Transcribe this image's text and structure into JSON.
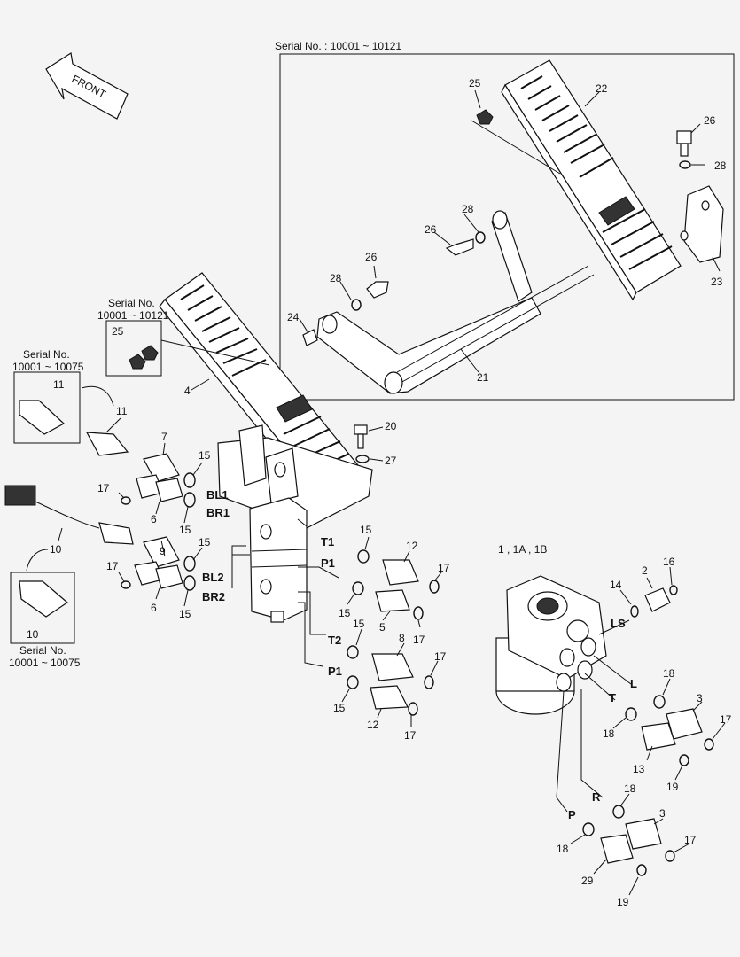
{
  "front_label": "FRONT",
  "inset_serial": "Serial No. : 10001 ~ 10121",
  "serial_box_a": {
    "line1": "Serial No.",
    "line2": "10001 ~ 10121"
  },
  "serial_box_b": {
    "line1": "Serial No.",
    "line2": "10001 ~ 10075"
  },
  "serial_box_c": {
    "line1": "Serial No.",
    "line2": "10001 ~ 10075"
  },
  "steering_unit_label": "1 , 1A , 1B",
  "ports": {
    "BL1": "BL1",
    "BR1": "BR1",
    "BL2": "BL2",
    "BR2": "BR2",
    "T1": "T1",
    "P1a": "P1",
    "T2": "T2",
    "P1b": "P1",
    "LS": "LS",
    "L": "L",
    "T": "T",
    "R": "R",
    "P": "P"
  },
  "parts": {
    "p2": "2",
    "p3a": "3",
    "p3b": "3",
    "p4": "4",
    "p5": "5",
    "p6a": "6",
    "p6b": "6",
    "p7": "7",
    "p8": "8",
    "p9": "9",
    "p10a": "10",
    "p10b": "10",
    "p11a": "11",
    "p11b": "11",
    "p12a": "12",
    "p12b": "12",
    "p13": "13",
    "p14": "14",
    "p15a": "15",
    "p15b": "15",
    "p15c": "15",
    "p15d": "15",
    "p15e": "15",
    "p15f": "15",
    "p15g": "15",
    "p15h": "15",
    "p16": "16",
    "p17a": "17",
    "p17b": "17",
    "p17c": "17",
    "p17d": "17",
    "p17e": "17",
    "p17f": "17",
    "p17g": "17",
    "p17h": "17",
    "p18a": "18",
    "p18b": "18",
    "p18c": "18",
    "p18d": "18",
    "p19a": "19",
    "p19b": "19",
    "p20": "20",
    "p21": "21",
    "p22": "22",
    "p23": "23",
    "p24": "24",
    "p25a": "25",
    "p25b": "25",
    "p26a": "26",
    "p26b": "26",
    "p26c": "26",
    "p27": "27",
    "p28a": "28",
    "p28b": "28",
    "p28c": "28",
    "p29": "29"
  }
}
